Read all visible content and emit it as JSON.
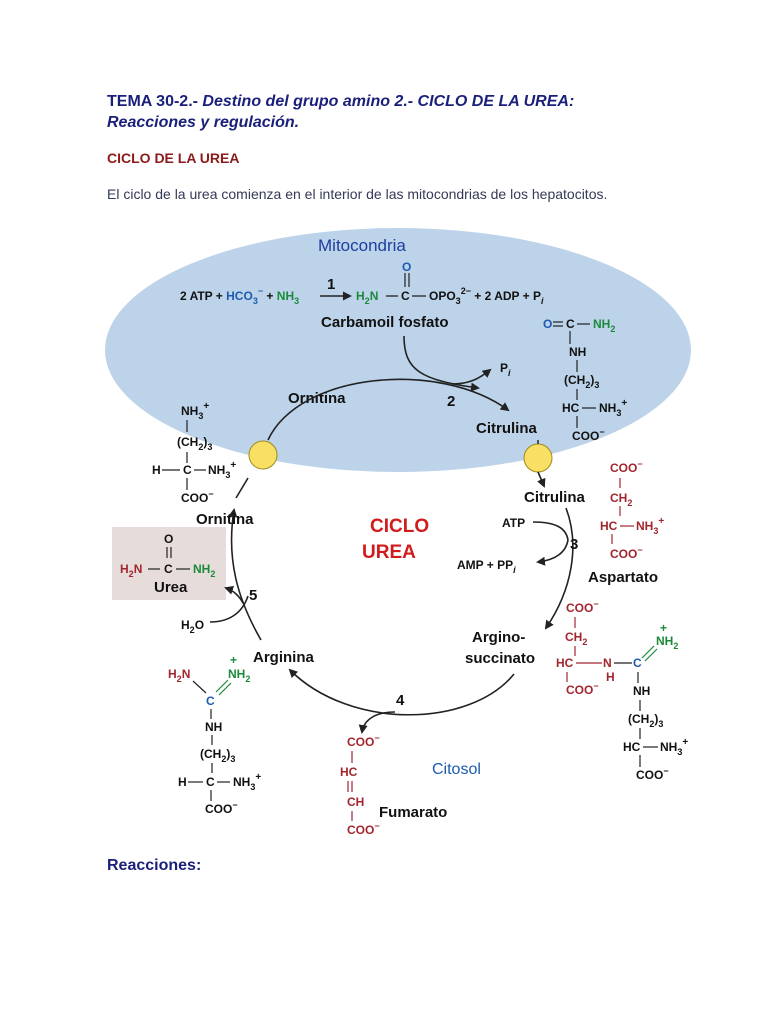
{
  "heading": {
    "prefix": "TEMA 30-2.- ",
    "rest_line1": "Destino del grupo amino 2.- CICLO DE LA UREA:",
    "rest_line2": "Reacciones y regulación."
  },
  "section_title": "CICLO DE LA UREA",
  "intro": "El ciclo de la urea comienza en el interior de las mitocondrias de los hepatocitos.",
  "footer_heading": "Reacciones:",
  "diagram": {
    "mito_label": "Mitocondria",
    "cytosol_label": "Citosol",
    "center_line1": "CICLO",
    "center_line2": "UREA",
    "steps": [
      "1",
      "2",
      "3",
      "4",
      "5"
    ],
    "reaction1": {
      "lhs_a": "2 ATP + ",
      "hco3": "HCO",
      "hco3_sub": "3",
      "hco3_sup": "−",
      "plus": " + ",
      "nh3": "NH",
      "nh3_sub": "3",
      "h2n": "H",
      "h2n_sub": "2",
      "h2n_n": "N",
      "c": "C",
      "o": "O",
      "opo3": "OPO",
      "opo3_sub": "3",
      "opo3_sup": "2−",
      "tail": " + 2 ADP + P",
      "tail_i": "i"
    },
    "carbamoil": "Carbamoil  fosfato",
    "pi": "P",
    "pi_i": "i",
    "ornitina_mito": "Ornitina",
    "citrulina_mito": "Citrulina",
    "citrulina_cyto": "Citrulina",
    "ornitina_cyto": "Ornitina",
    "argino_1": "Argino-",
    "argino_2": "succinato",
    "aspartato": "Aspartato",
    "arginina": "Arginina",
    "fumarato": "Fumarato",
    "urea": "Urea",
    "atp": "ATP",
    "amp": "AMP + PP",
    "amp_i": "i",
    "h2o": "H",
    "h2o_sub": "2",
    "h2o_o": "O",
    "colors": {
      "mitochondria": "#bcd3e9",
      "urea_box": "#e6dcda",
      "red_group": "#a1262e",
      "green_group": "#1b8a3a",
      "blue_group": "#1d5bb0",
      "title_navy": "#1a1f7a",
      "cycle_red": "#d01c1c"
    }
  }
}
